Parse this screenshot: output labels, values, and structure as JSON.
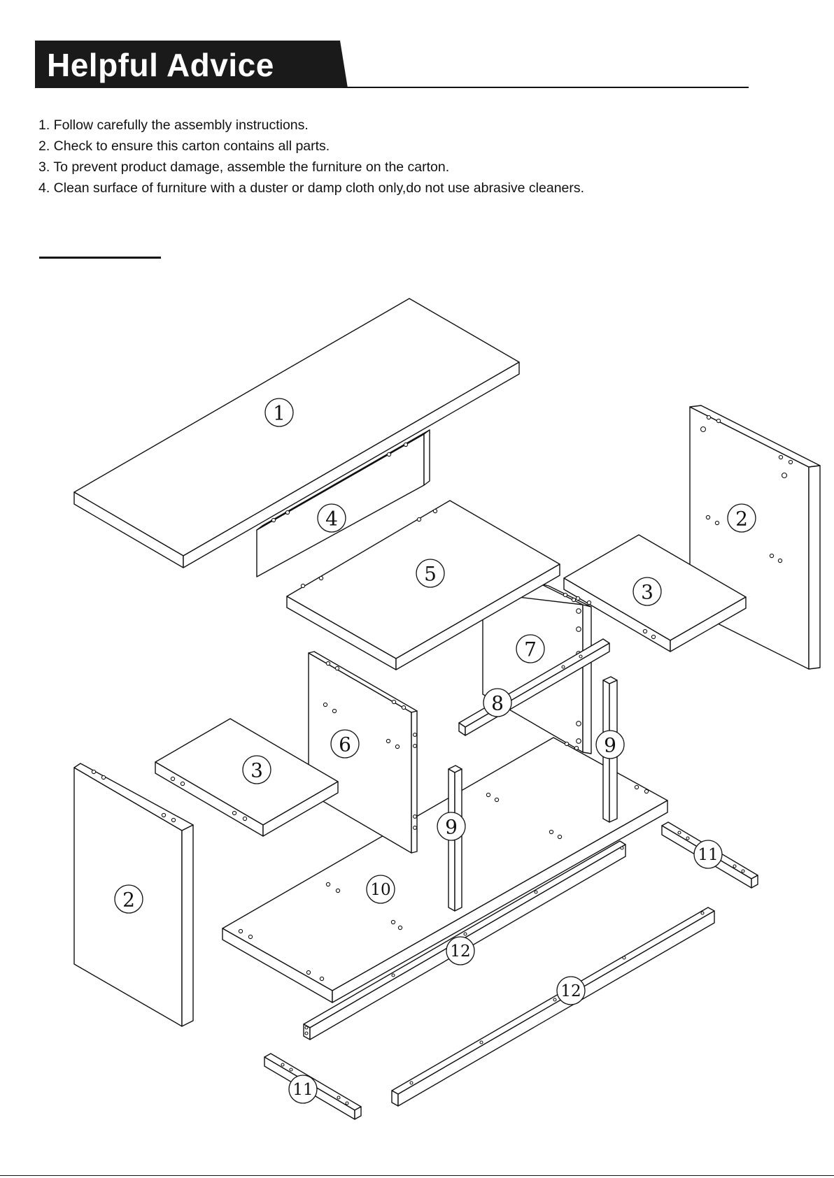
{
  "header": {
    "title": "Helpful Advice"
  },
  "advice": [
    "1. Follow carefully the assembly instructions.",
    "2. Check to ensure this carton contains all parts.",
    "3. To prevent product damage, assemble the furniture on the carton.",
    "4. Clean surface of furniture with a duster or damp cloth only,do not use abrasive cleaners."
  ],
  "parts": {
    "top": "1",
    "side_right": "2",
    "side_left": "2",
    "shelf_right": "3",
    "shelf_left": "3",
    "back_panel": "4",
    "middle_shelf": "5",
    "divider_left": "6",
    "divider_right": "7",
    "rail": "8",
    "leg_right": "9",
    "leg_left": "9",
    "bottom": "10",
    "stretcher_short_right": "11",
    "stretcher_short_left": "11",
    "stretcher_long_upper": "12",
    "stretcher_long_lower": "12"
  },
  "colors": {
    "ink": "#111111",
    "banner": "#1a1a1a",
    "paper": "#ffffff"
  }
}
